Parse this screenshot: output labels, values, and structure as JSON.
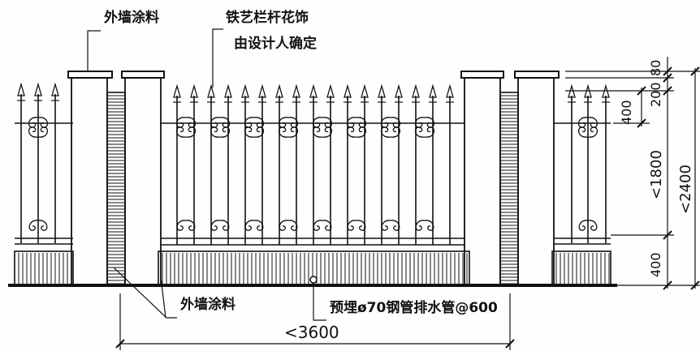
{
  "labels": {
    "wall_coating_top": "外墙涂料",
    "ironwork_line1": "铁艺栏杆花饰",
    "ironwork_line2": "由设计人确定",
    "wall_coating_bottom": "外墙涂料",
    "drain_pipe": "预埋ø70钢管排水管@600"
  },
  "dimensions": {
    "width_total": "<3600",
    "h_200": "200",
    "h_80": "80",
    "h_400_top": "400",
    "h_1800": "<1800",
    "h_2400": "<2400",
    "h_400_base": "400"
  },
  "colors": {
    "line": "#111111",
    "paper": "#fefefe"
  }
}
